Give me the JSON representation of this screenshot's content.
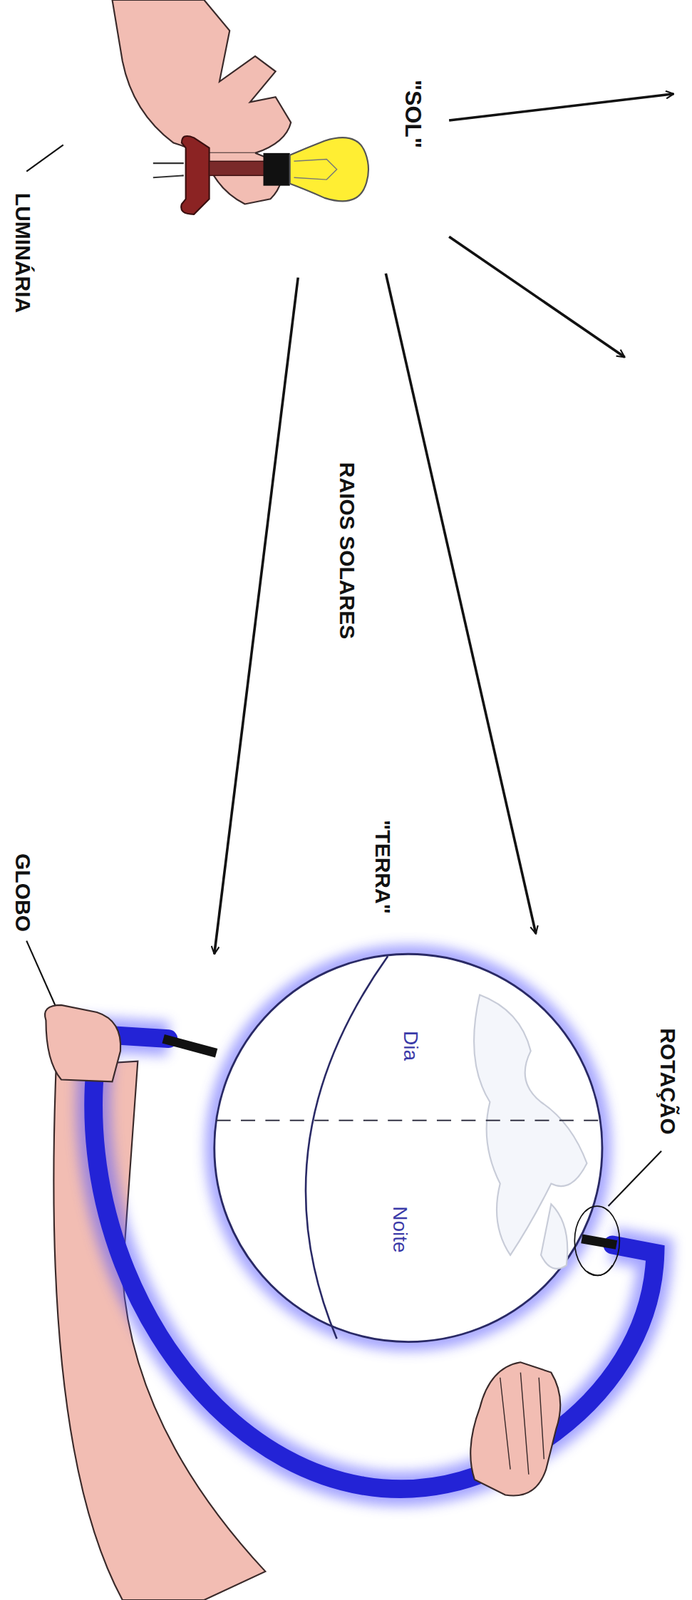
{
  "diagram": {
    "labels": [
      "\"SOL\"",
      "LUMINÁRIA",
      "RAIOS SOLARES",
      "\"TERRA\"",
      "ROTAÇÃO",
      "Dia",
      "Noite",
      "GLOBO"
    ]
  }
}
